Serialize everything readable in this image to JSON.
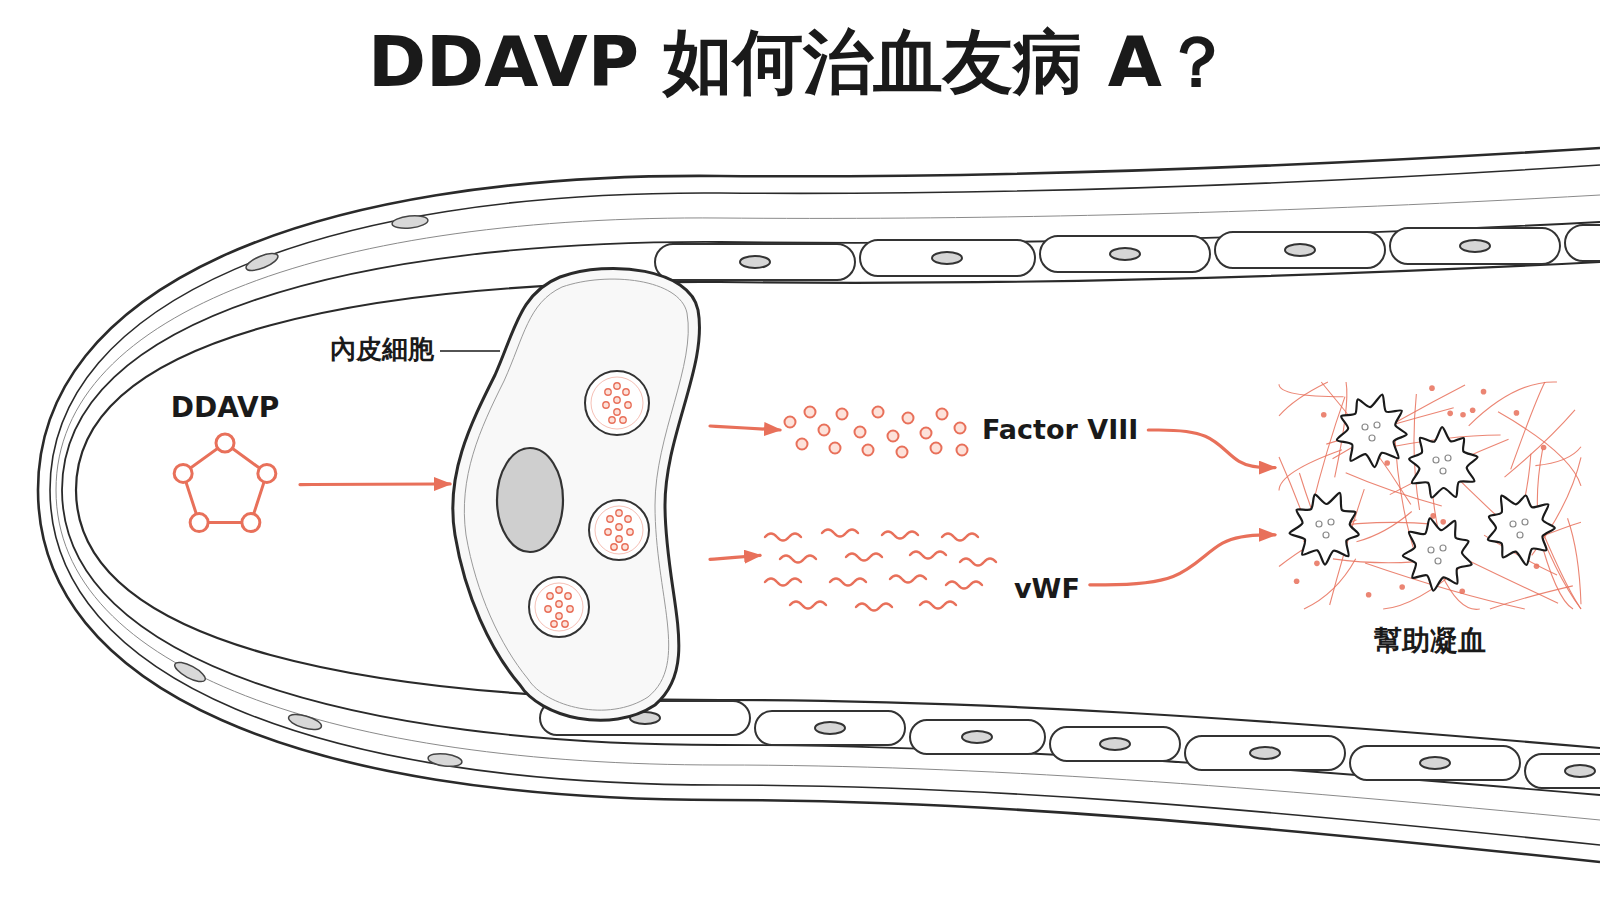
{
  "diagram": {
    "title": "DDAVP 如何治血友病 A？",
    "nodes": [
      {
        "text": [
          "DDAVP"
        ]
      },
      {
        "text": [
          "內皮細胞"
        ]
      },
      {
        "text": [
          "Factor VIII"
        ]
      },
      {
        "text": [
          "vWF"
        ]
      },
      {
        "text": [
          "幫助凝血"
        ]
      }
    ],
    "edges": [
      {
        "from": 0,
        "to": 1,
        "arrow": "to"
      },
      {
        "from": 1,
        "to": 2,
        "arrow": "to"
      },
      {
        "from": 1,
        "to": 3,
        "arrow": "to"
      },
      {
        "from": 2,
        "to": 4,
        "arrow": "to"
      },
      {
        "from": 3,
        "to": 4,
        "arrow": "to"
      }
    ]
  }
}
